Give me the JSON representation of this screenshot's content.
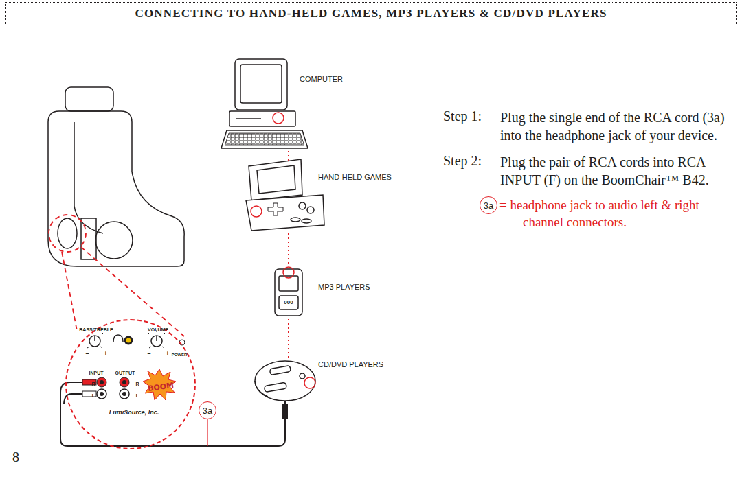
{
  "diagram": {
    "title": "CONNECTING TO HAND-HELD GAMES, MP3 PLAYERS & CD/DVD PLAYERS",
    "nodes": [
      {
        "text": [
          "BASS/TREBLE",
          "VOLUME",
          "–",
          "+",
          "–",
          "+",
          "POWER",
          "INPUT",
          "OUTPUT",
          "R",
          "R",
          "L",
          "L",
          "BOOM",
          "LumiSource, Inc."
        ]
      },
      {
        "text": [
          "3a"
        ]
      },
      {
        "text": [
          "3a"
        ]
      }
    ],
    "labels": [
      "COMPUTER",
      "HAND-HELD GAMES",
      "000",
      "MP3 PLAYERS",
      "CD/DVD PLAYERS",
      "Step 1:",
      "Plug the single end of the RCA cord (3a) into the headphone jack of your device.",
      "Step 2:",
      "Plug the pair of RCA cords into RCA INPUT (F) on the BoomChair™ B42.",
      "= headphone jack to audio left & right channel connectors.",
      "8"
    ]
  }
}
